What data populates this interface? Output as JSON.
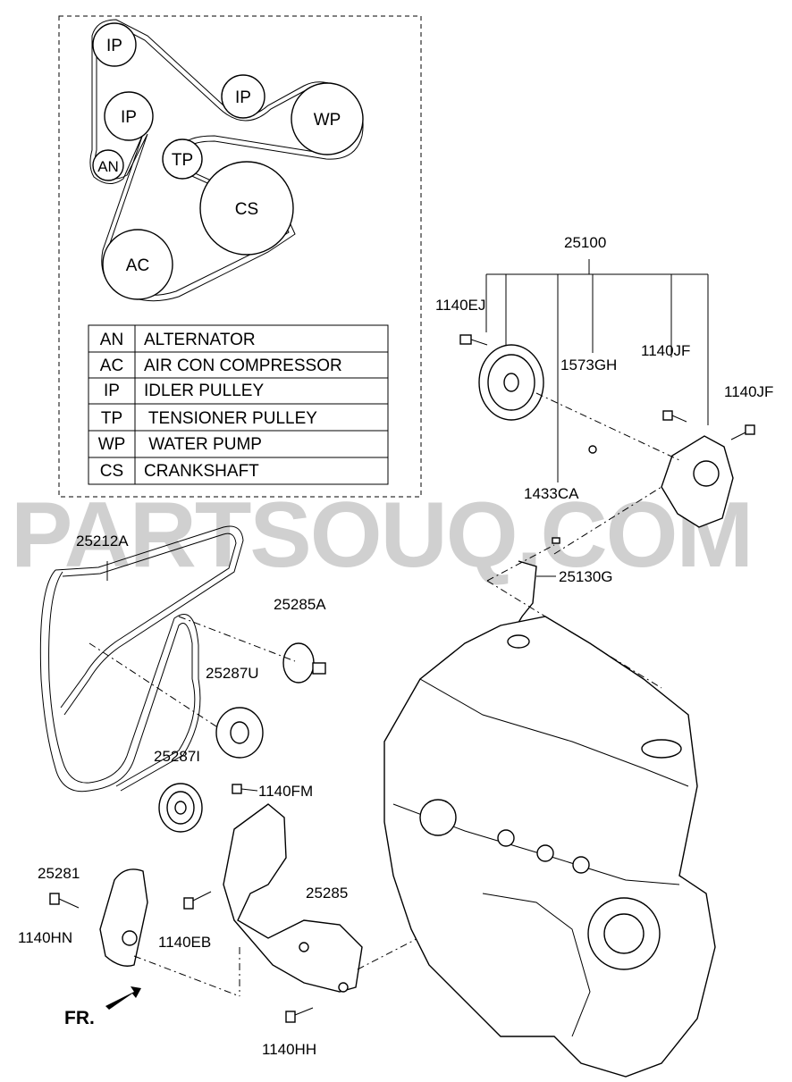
{
  "belt_diagram": {
    "pulleys": [
      {
        "id": "ip1",
        "label": "IP"
      },
      {
        "id": "ip2",
        "label": "IP"
      },
      {
        "id": "ip3",
        "label": "IP"
      },
      {
        "id": "wp",
        "label": "WP"
      },
      {
        "id": "an",
        "label": "AN"
      },
      {
        "id": "tp",
        "label": "TP"
      },
      {
        "id": "cs",
        "label": "CS"
      },
      {
        "id": "ac",
        "label": "AC"
      }
    ]
  },
  "legend": [
    {
      "code": "AN",
      "name": "ALTERNATOR"
    },
    {
      "code": "AC",
      "name": "AIR CON COMPRESSOR"
    },
    {
      "code": "IP",
      "name": "IDLER PULLEY"
    },
    {
      "code": "TP",
      "name": " TENSIONER PULLEY"
    },
    {
      "code": "WP",
      "name": " WATER PUMP"
    },
    {
      "code": "CS",
      "name": "CRANKSHAFT"
    }
  ],
  "watermark": "PARTSOUQ.COM",
  "part_labels": {
    "p25100": "25100",
    "p1140EJ": "1140EJ",
    "p1573GH": "1573GH",
    "p1140JF_a": "1140JF",
    "p1140JF_b": "1140JF",
    "p1433CA": "1433CA",
    "p25130G": "25130G",
    "p25212A": "25212A",
    "p25285A": "25285A",
    "p25287U": "25287U",
    "p25287I": "25287I",
    "p1140FM": "1140FM",
    "p25281": "25281",
    "p1140HN": "1140HN",
    "p1140EB": "1140EB",
    "p25285": "25285",
    "p1140HH": "1140HH"
  },
  "direction_label": "FR."
}
